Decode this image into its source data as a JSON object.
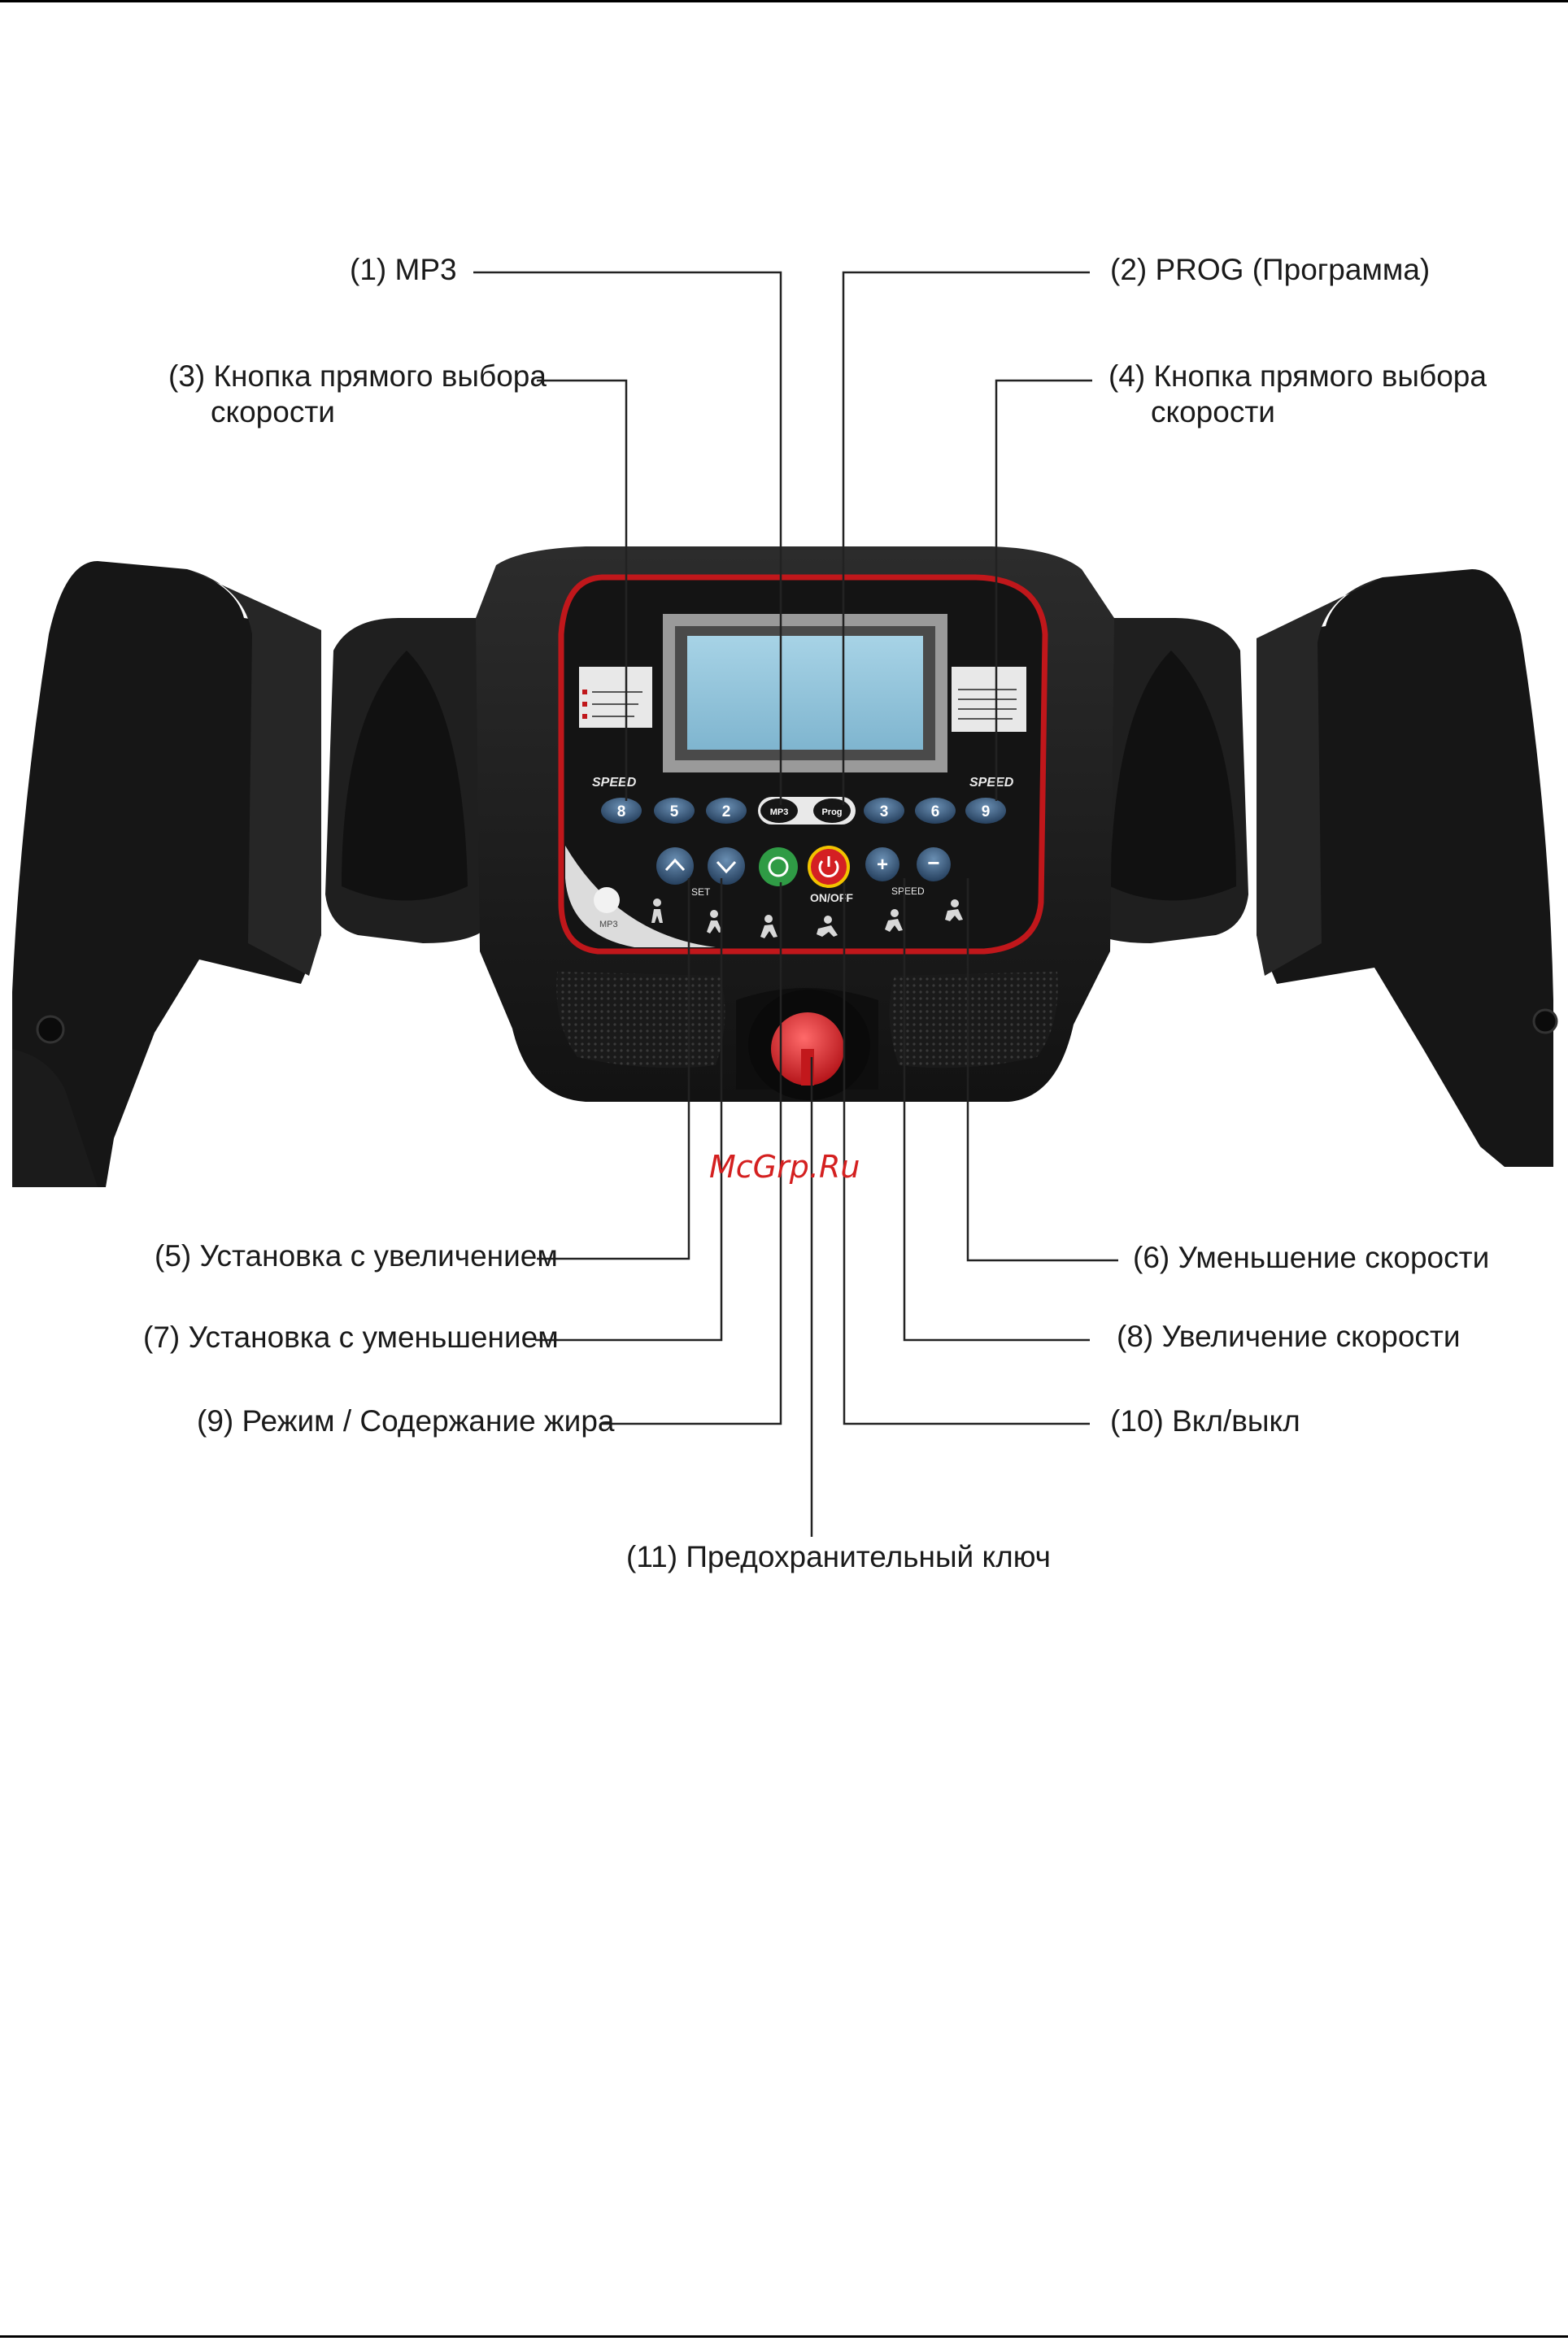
{
  "callouts": {
    "c1": "(1) MP3",
    "c2": "(2)  PROG (Программа)",
    "c3_line1": "(3) Кнопка прямого выбора",
    "c3_line2": "скорости",
    "c4_line1": "(4) Кнопка прямого выбора",
    "c4_line2": "скорости",
    "c5": "(5) Установка с увеличением",
    "c6": "(6) Уменьшение скорости",
    "c7": "(7) Установка с уменьшением",
    "c8": "(8) Увеличение скорости",
    "c9": "(9) Режим / Содержание жира",
    "c10": "(10) Вкл/выкл",
    "c11": "(11) Предохранительный ключ"
  },
  "console": {
    "speed_left": "SPEED",
    "speed_right": "SPEED",
    "keys_left": [
      "8",
      "5",
      "2"
    ],
    "keys_right": [
      "3",
      "6",
      "9"
    ],
    "mp3_key": "MP3",
    "prog_key": "Prog",
    "set_label": "SET",
    "onoff_label": "ON/OFF",
    "speed_small": "SPEED",
    "mp3_port": "MP3"
  },
  "watermark": "McGrp.Ru",
  "colors": {
    "console_body": "#1d1d1d",
    "accent_red": "#c0171b",
    "lcd": "#8fc3da",
    "safety_key": "#e0262b",
    "leader_line": "#222222"
  }
}
